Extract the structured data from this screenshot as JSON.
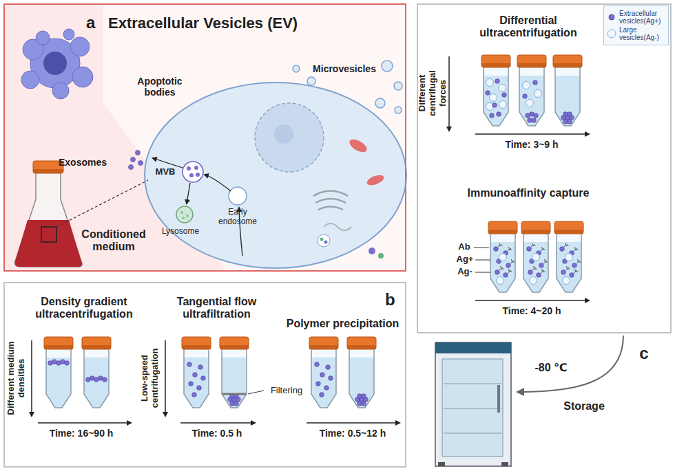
{
  "diagram": {
    "nodes": [
      {
        "text": [
          "a",
          "Extracellular Vesicles (EV)"
        ]
      },
      {
        "text": [
          "b",
          "Density gradient ultracentrifugation",
          "Tangential flow ultrafiltration",
          "Polymer precipitation"
        ]
      },
      {
        "text": [
          "Differential ultracentrifugation",
          "Immunoaffinity capture"
        ]
      }
    ],
    "labels": [
      "Apoptotic bodies",
      "Microvesicles",
      "Exosomes",
      "MVB",
      "Lysosome",
      "Early endosome",
      "Conditioned medium",
      "Different medium densities",
      "Time: 16~90 h",
      "Low-speed centrifugation",
      "Filtering",
      "Time: 0.5 h",
      "Time: 0.5~12 h",
      "Different centrifugal forces",
      "Time: 3~9 h",
      "Ab",
      "Ag+",
      "Ag-",
      "Time: 4~20 h",
      "-80 ℃",
      "Storage",
      "c"
    ],
    "legend": [
      {
        "text": "Extracellular vesicles(Ag+)"
      },
      {
        "text": "Large vesicles(Ag-)"
      }
    ]
  }
}
